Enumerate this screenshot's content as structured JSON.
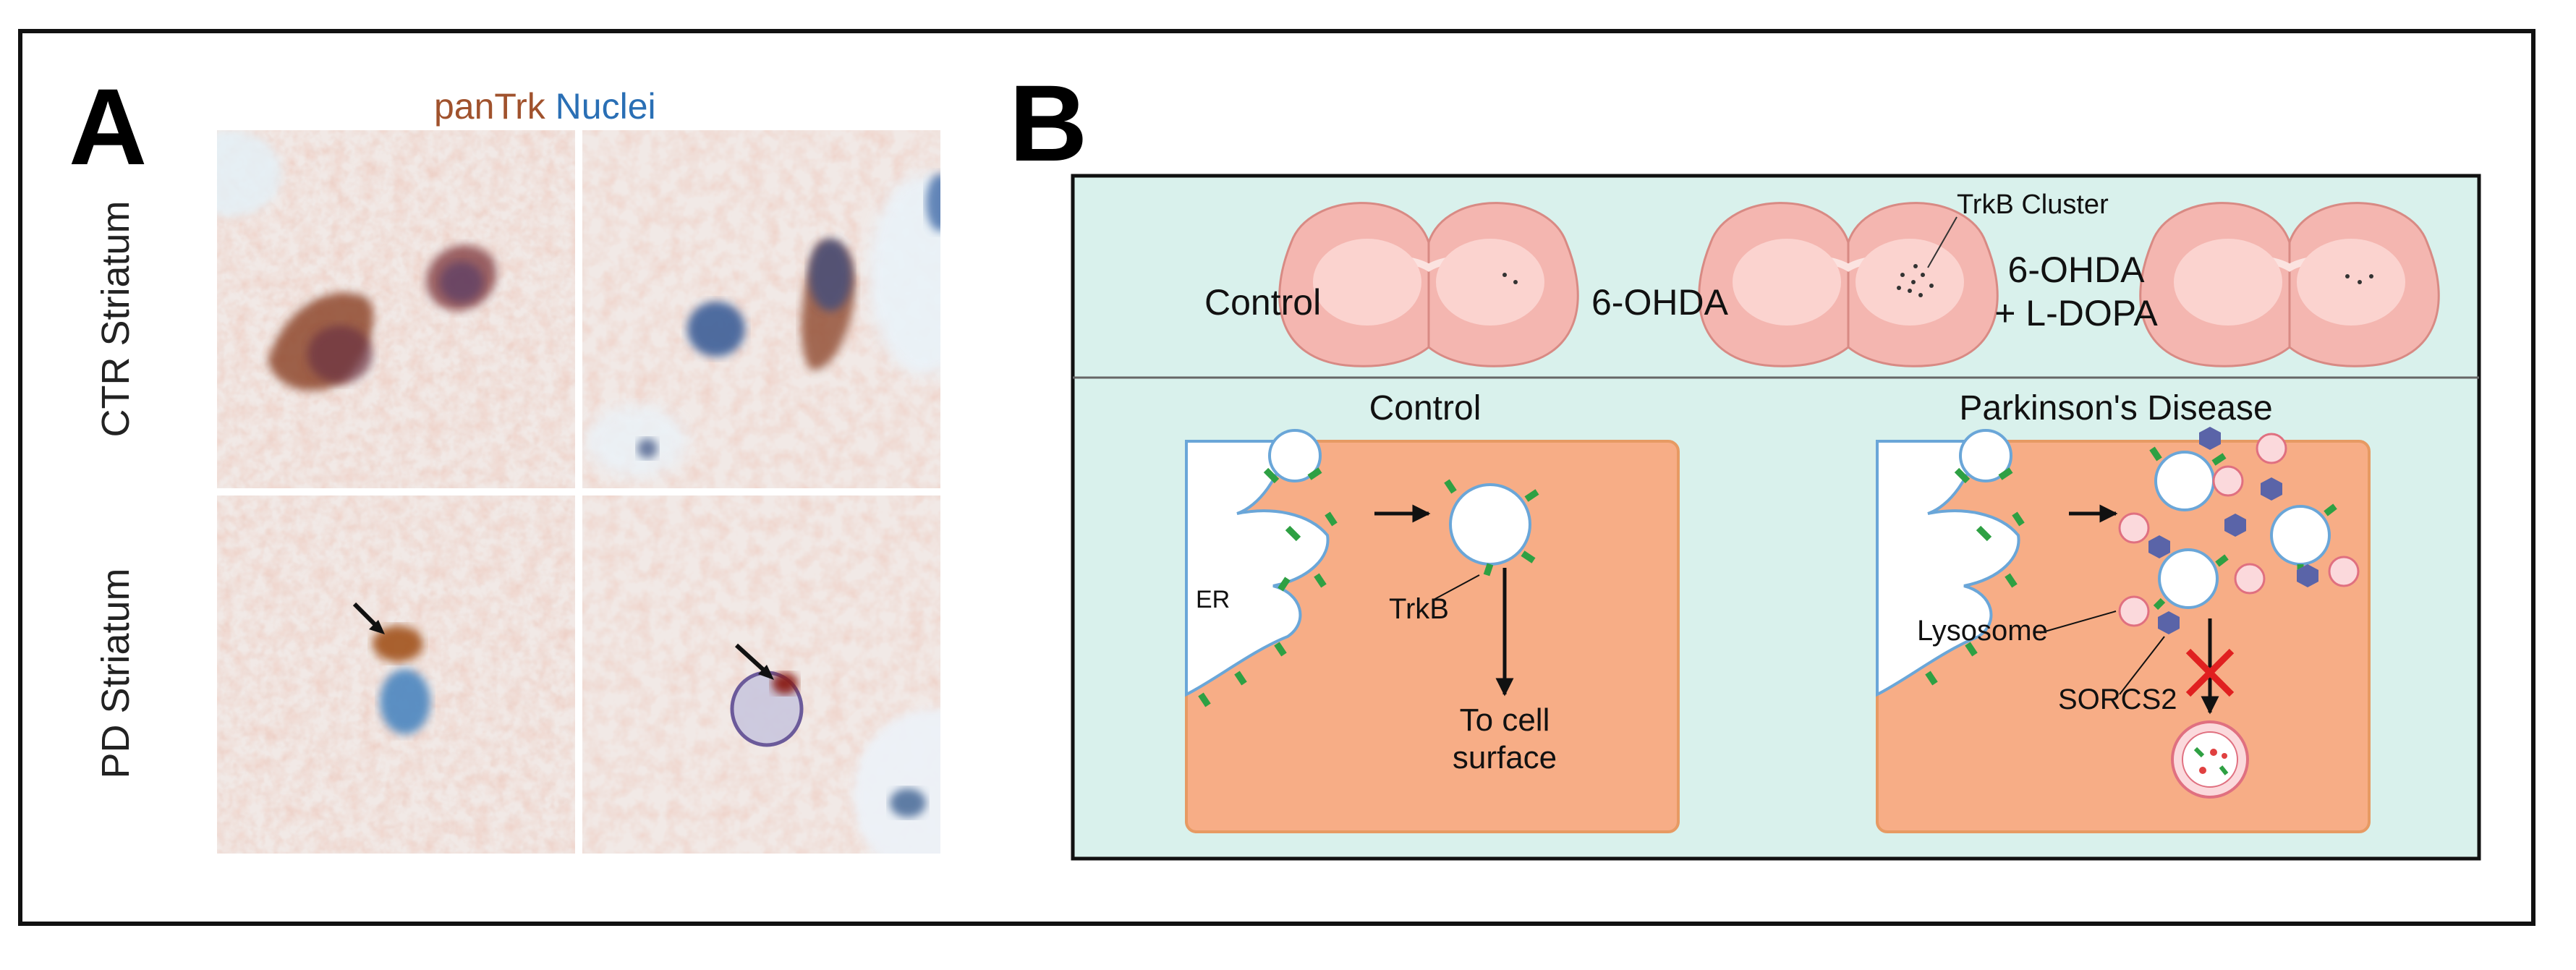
{
  "panels": {
    "a_letter": "A",
    "b_letter": "B"
  },
  "panel_a": {
    "legend": {
      "stain": "panTrk",
      "nuclei": "Nuclei"
    },
    "row_labels": {
      "top": "CTR Striatum",
      "bottom": "PD Striatum"
    }
  },
  "panel_b": {
    "top_row": {
      "control_label": "Control",
      "ohda_label": "6-OHDA",
      "ohda_ldopa_line1": "6-OHDA",
      "ohda_ldopa_line2": "+ L-DOPA",
      "cluster_label": "TrkB Cluster"
    },
    "bottom_row": {
      "control_title": "Control",
      "pd_title": "Parkinson's Disease",
      "er_label": "ER",
      "trkb_label": "TrkB",
      "surface_line1": "To cell",
      "surface_line2": "surface",
      "lysosome_label": "Lysosome",
      "sorcs2_label": "SORCS2"
    }
  },
  "colors": {
    "brain_fill": "#f4b6b0",
    "top_bg": "#d9f1ec",
    "cell_fill": "#f7ad86",
    "cell_border": "#e79a63",
    "receptor": "#2ea043",
    "sorcs2": "#5a64a8",
    "inhibit": "#e02020"
  }
}
